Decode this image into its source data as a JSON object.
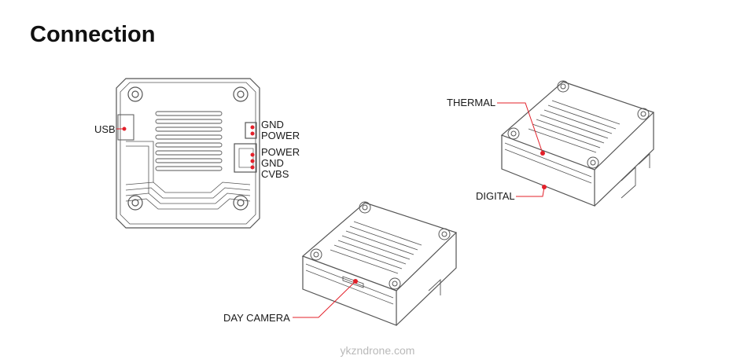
{
  "title": "Connection",
  "labels": {
    "usb": "USB",
    "gnd_top": "GND",
    "power_top": "POWER",
    "power_mid": "POWER",
    "gnd_mid": "GND",
    "cvbs": "CVBS",
    "thermal": "THERMAL",
    "digital": "DIGITAL",
    "day_camera": "DAY CAMERA"
  },
  "watermark": "ykzndrone.com",
  "colors": {
    "callout": "#e3202a",
    "line": "#555555",
    "text": "#111111"
  }
}
